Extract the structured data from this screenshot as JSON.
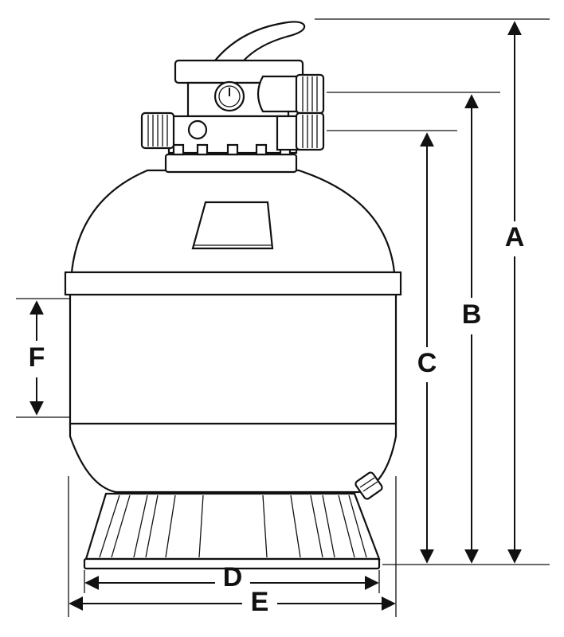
{
  "dimensions": {
    "a": "A",
    "b": "B",
    "c": "C",
    "d": "D",
    "e": "E",
    "f": "F"
  },
  "colors": {
    "line": "#111111",
    "background": "#ffffff"
  }
}
